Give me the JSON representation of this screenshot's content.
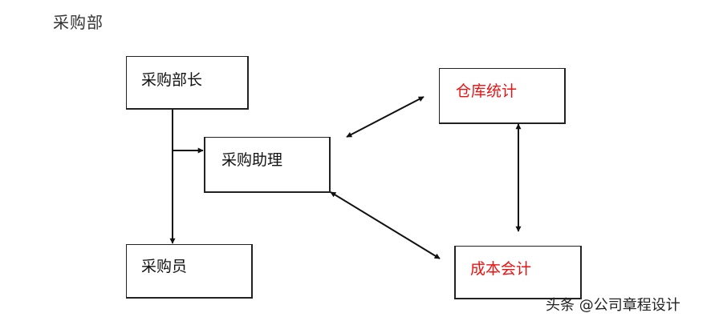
{
  "page": {
    "title": "采购部"
  },
  "nodes": {
    "director": "采购部长",
    "assistant": "采购助理",
    "buyer": "采购员",
    "warehouse": "仓库统计",
    "cost": "成本会计"
  },
  "colors": {
    "line": "#111111",
    "box_border": "#222222",
    "red_text": "#ee1111"
  },
  "watermark": "头条 @公司章程设计"
}
